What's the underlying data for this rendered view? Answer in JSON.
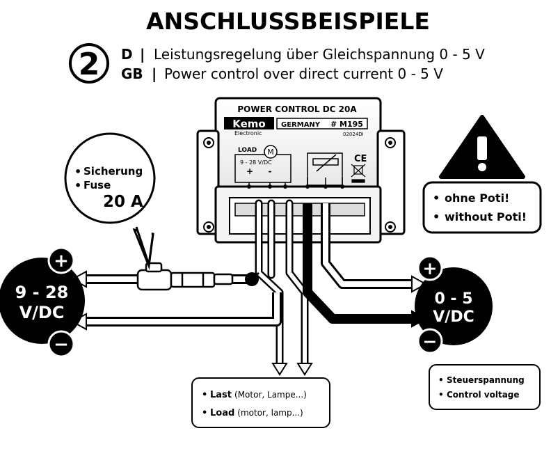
{
  "header": {
    "title": "ANSCHLUSSBEISPIELE",
    "number": "2",
    "lang_de": "D",
    "lang_gb": "GB",
    "separator": "|",
    "line_de": "Leistungsregelung über Gleichspannung 0 - 5 V",
    "line_gb": "Power control over direct current 0 - 5 V"
  },
  "module": {
    "title": "POWER CONTROL DC 20A",
    "brand": "Kemo",
    "brand_sub": "Electronic",
    "origin": "GERMANY",
    "model": "# M195",
    "code": "02024DI",
    "load_label": "LOAD",
    "motor_symbol": "M",
    "voltage_label": "9 - 28 V/DC",
    "plus": "+",
    "minus": "-",
    "ce_mark": "CE"
  },
  "fuse_bubble": {
    "item1": "Sicherung",
    "item2": "Fuse",
    "rating": "20 A"
  },
  "warning": {
    "item1": "ohne Poti!",
    "item2": "without Poti!"
  },
  "supply": {
    "line1": "9 - 28",
    "line2": "V/DC",
    "plus": "+",
    "minus": "−"
  },
  "control_source": {
    "line1": "0 - 5",
    "line2": "V/DC",
    "plus": "+",
    "minus": "−"
  },
  "load_box": {
    "item1_bold": "Last",
    "item1_rest": "(Motor, Lampe...)",
    "item2_bold": "Load",
    "item2_rest": "(motor, lamp...)"
  },
  "control_box": {
    "item1": "Steuerspannung",
    "item2": "Control voltage"
  },
  "bullet": "•"
}
